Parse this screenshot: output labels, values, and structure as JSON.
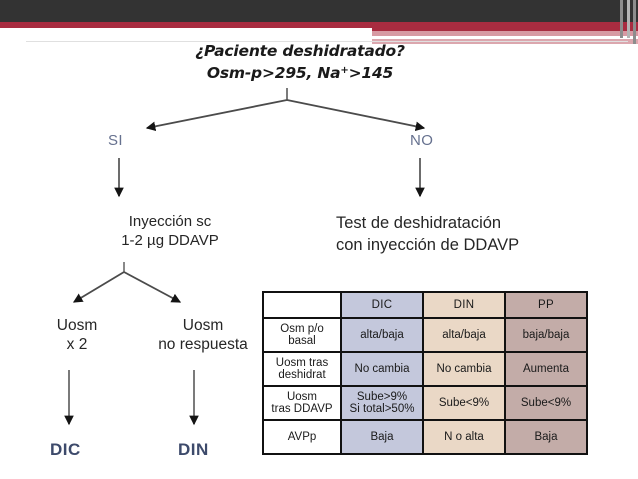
{
  "slide": {
    "banner": {
      "dark_color": "#333333",
      "accent_red": "#a82c40",
      "accent_pink": "#d79aa3"
    }
  },
  "flowchart": {
    "title_line1": "¿Paciente deshidratado?",
    "title_line2_pre": "Osm-p>295, Na",
    "title_line2_sup": "+",
    "title_line2_post": ">145",
    "branch_yes": "SI",
    "branch_no": "NO",
    "left_treatment": "Inyección sc\n1-2 µg DDAVP",
    "right_test": "Test de deshidratación\ncon inyección de DDAVP",
    "left_outcome_a": "Uosm\nx 2",
    "left_outcome_b": "Uosm\nno respuesta",
    "terminal_a": "DIC",
    "terminal_b": "DIN",
    "branch_label_color": "#66718f",
    "terminal_color": "#3d4a6b"
  },
  "table": {
    "corner_label": "",
    "columns": [
      "DIC",
      "DIN",
      "PP"
    ],
    "column_colors": [
      "#c4c8dc",
      "#ead8c6",
      "#c3aca8"
    ],
    "rows": [
      {
        "header": "Osm p/o\nbasal",
        "cells": [
          "alta/baja",
          "alta/baja",
          "baja/baja"
        ]
      },
      {
        "header": "Uosm tras\ndeshidrat",
        "cells": [
          "No cambia",
          "No cambia",
          "Aumenta"
        ]
      },
      {
        "header": "Uosm\ntras DDAVP",
        "cells": [
          "Sube>9%\nSi total>50%",
          "Sube<9%",
          "Sube<9%"
        ]
      },
      {
        "header": "AVPp",
        "cells": [
          "Baja",
          "N o alta",
          "Baja"
        ]
      }
    ]
  }
}
